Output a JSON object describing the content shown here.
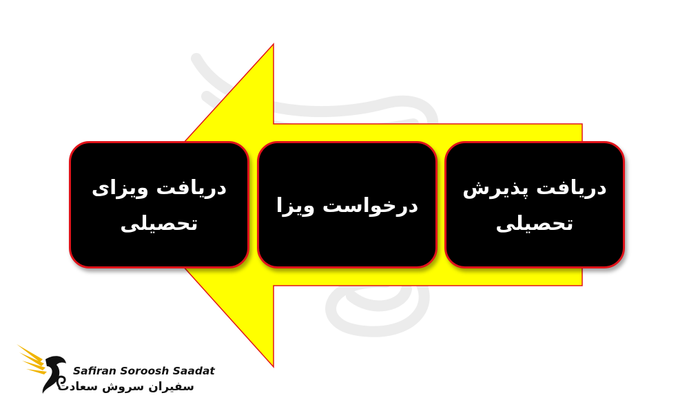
{
  "steps": [
    {
      "text": "دریافت پذیرش\nتحصیلی"
    },
    {
      "text": "درخواست ویزا"
    },
    {
      "text": "دریافت ویزای\nتحصیلی"
    }
  ],
  "logo": {
    "latin_name": "Safiran Soroosh Saadat",
    "persian_name": "سفیران سروش سعادت"
  },
  "colors": {
    "arrow_fill": "#ffff00",
    "arrow_stroke": "#e0131a",
    "box_fill": "#000000",
    "box_border": "#e0131a",
    "text": "#ffffff",
    "logo_gold": "#f0b400"
  },
  "icons": [
    "left-arrow-icon",
    "eagle-logo-icon"
  ]
}
